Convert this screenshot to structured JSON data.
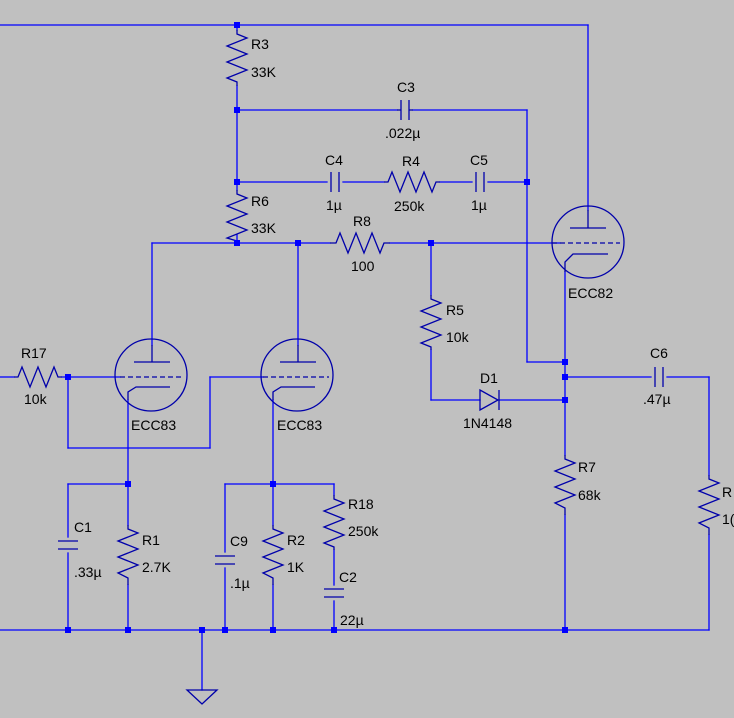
{
  "components": {
    "R3": {
      "ref": "R3",
      "value": "33K"
    },
    "R6": {
      "ref": "R6",
      "value": "33K"
    },
    "R4": {
      "ref": "R4",
      "value": "250k"
    },
    "R8": {
      "ref": "R8",
      "value": "100"
    },
    "R5": {
      "ref": "R5",
      "value": "10k"
    },
    "R17": {
      "ref": "R17",
      "value": "10k"
    },
    "R1": {
      "ref": "R1",
      "value": "2.7K"
    },
    "R2": {
      "ref": "R2",
      "value": "1K"
    },
    "R18": {
      "ref": "R18",
      "value": "250k"
    },
    "R7": {
      "ref": "R7",
      "value": "68k"
    },
    "Rx": {
      "ref": "R",
      "value": "1("
    },
    "C3": {
      "ref": "C3",
      "value": ".022µ"
    },
    "C4": {
      "ref": "C4",
      "value": "1µ"
    },
    "C5": {
      "ref": "C5",
      "value": "1µ"
    },
    "C6": {
      "ref": "C6",
      "value": ".47µ"
    },
    "C1": {
      "ref": "C1",
      "value": ".33µ"
    },
    "C9": {
      "ref": "C9",
      "value": ".1µ"
    },
    "C2": {
      "ref": "C2",
      "value": "22µ"
    },
    "D1": {
      "ref": "D1",
      "value": "1N4148"
    },
    "V1": {
      "value": "ECC83"
    },
    "V2": {
      "value": "ECC83"
    },
    "V3": {
      "value": "ECC82"
    }
  },
  "colors": {
    "background": "#c0c0c0",
    "wire": "#0000ff",
    "symbol": "#0000aa",
    "text": "#000000"
  }
}
